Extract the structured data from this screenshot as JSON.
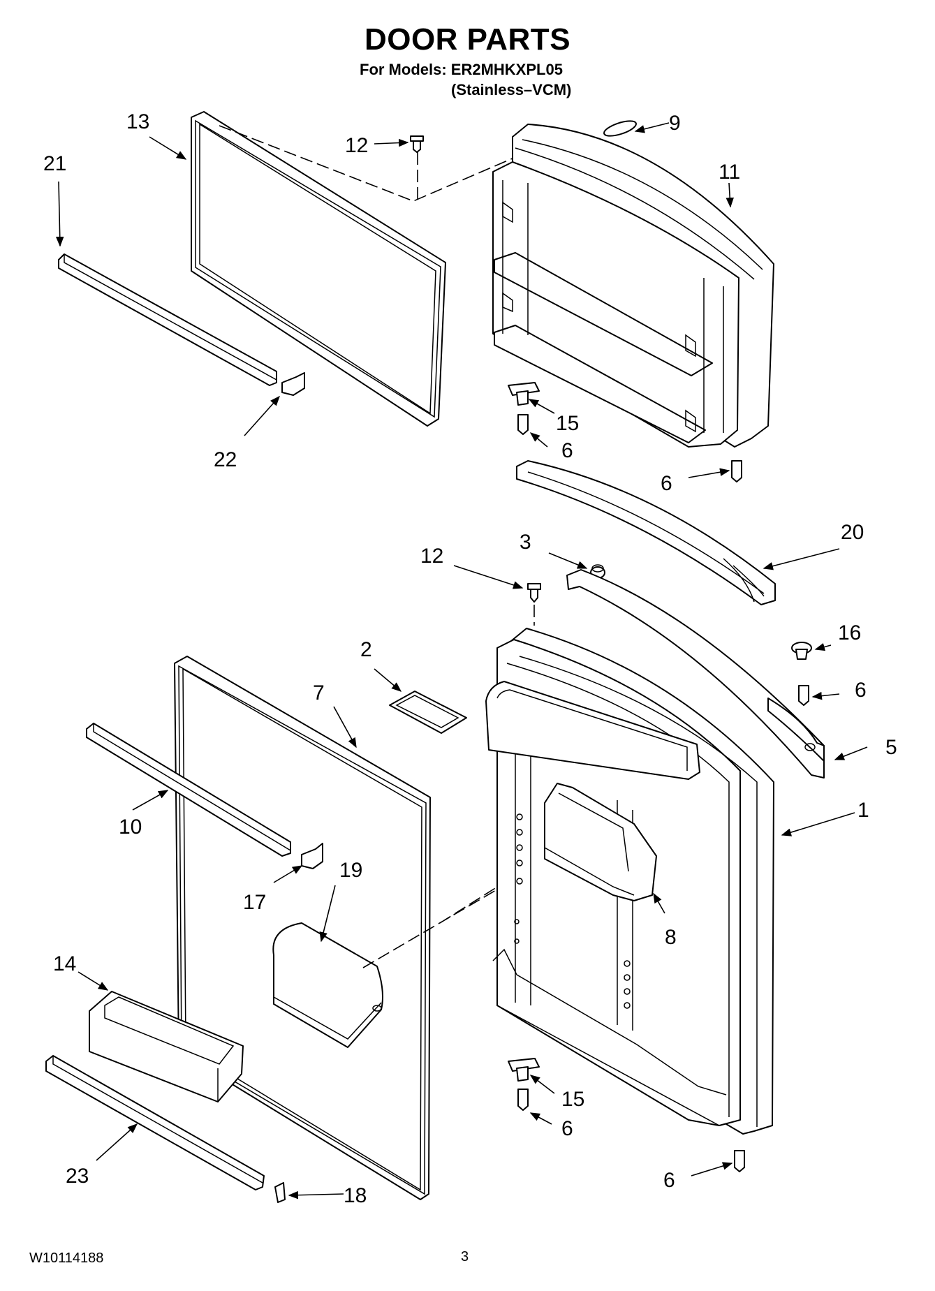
{
  "header": {
    "title": "DOOR PARTS",
    "models_line": "For Models: ER2MHKXPL05",
    "variant_line": "(Stainless–VCM)"
  },
  "footer": {
    "doc_number": "W10114188",
    "page_number": "3"
  },
  "callouts": [
    {
      "id": "c13",
      "text": "13"
    },
    {
      "id": "c21",
      "text": "21"
    },
    {
      "id": "c12a",
      "text": "12"
    },
    {
      "id": "c9",
      "text": "9"
    },
    {
      "id": "c11",
      "text": "11"
    },
    {
      "id": "c22",
      "text": "22"
    },
    {
      "id": "c15a",
      "text": "15"
    },
    {
      "id": "c6a",
      "text": "6"
    },
    {
      "id": "c6b",
      "text": "6"
    },
    {
      "id": "c20",
      "text": "20"
    },
    {
      "id": "c3",
      "text": "3"
    },
    {
      "id": "c12b",
      "text": "12"
    },
    {
      "id": "c16",
      "text": "16"
    },
    {
      "id": "c2",
      "text": "2"
    },
    {
      "id": "c7",
      "text": "7"
    },
    {
      "id": "c6c",
      "text": "6"
    },
    {
      "id": "c5",
      "text": "5"
    },
    {
      "id": "c10",
      "text": "10"
    },
    {
      "id": "c1",
      "text": "1"
    },
    {
      "id": "c19",
      "text": "19"
    },
    {
      "id": "c17",
      "text": "17"
    },
    {
      "id": "c8",
      "text": "8"
    },
    {
      "id": "c14",
      "text": "14"
    },
    {
      "id": "c15b",
      "text": "15"
    },
    {
      "id": "c6d",
      "text": "6"
    },
    {
      "id": "c23",
      "text": "23"
    },
    {
      "id": "c18",
      "text": "18"
    },
    {
      "id": "c6e",
      "text": "6"
    }
  ]
}
